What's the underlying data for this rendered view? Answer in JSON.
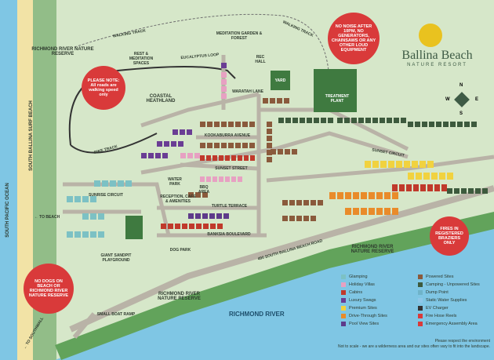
{
  "brand": {
    "name": "Ballina Beach",
    "subtitle": "NATURE RESORT"
  },
  "notices": {
    "noise": "NO NOISE AFTER 10PM, NO GENERATORS, CHAINSAWS OR ANY OTHER LOUD EQUIPMENT",
    "walking": "PLEASE NOTE: All roads are walking speed only",
    "dogs": "NO DOGS ON BEACH OR RICHMOND RIVER NATURE RESERVE",
    "fires": "FIRES IN REGISTERED BRAZIERS ONLY"
  },
  "places": {
    "richmond_reserve_top": "RICHMOND RIVER NATURE RESERVE",
    "richmond_reserve_right": "RICHMOND RIVER NATURE RESERVE",
    "richmond_reserve_bottom": "RICHMOND RIVER NATURE RESERVE",
    "rest_meditation": "REST & MEDITATION SPACES",
    "meditation_garden": "MEDITATION GARDEN & FOREST",
    "coastal_heathland": "COASTAL HEATHLAND",
    "treatment_plant": "TREATMENT PLANT",
    "giant_sandpit": "GIANT SANDPIT PLAYGROUND",
    "richmond_river": "RICHMOND RIVER",
    "small_boat_ramp": "SMALL BOAT RAMP",
    "south_pacific_ocean": "SOUTH PACIFIC OCEAN",
    "south_ballina_surf_beach": "SOUTH BALLINA SURF BEACH",
    "to_beach": "← TO BEACH",
    "to_southwall": "← TO SOUTHWALL",
    "dog_park": "DOG PARK",
    "reception": "RECEPTION, CAFE & AMENITIES",
    "water_park": "WATER PARK",
    "bbq_area": "BBQ AREA",
    "yard": "YARD",
    "rec_hall": "REC HALL"
  },
  "tracks": {
    "walking_track_1": "WALKING TRACK",
    "walking_track_2": "WALKING TRACK",
    "eucalyptus_loop": "EUCALYPTUS LOOP",
    "bike_track": "BIKE TRACK"
  },
  "roads": {
    "kookaburra": "KOOKABURRA AVENUE",
    "sunset_street": "SUNSET STREET",
    "turtle_terrace": "TURTLE TERRACE",
    "banksia_boulevard": "BANKSIA BOULEVARD",
    "sunrise_circuit": "SUNRISE CIRCUIT",
    "waratah_lane": "WARATAH LANE",
    "sunset_circuit": "SUNSET CIRCUIT",
    "beach_road": "490 SOUTH BALLINA BEACH ROAD"
  },
  "legend": [
    {
      "label": "Glamping",
      "color": "#7cc1c4"
    },
    {
      "label": "Holiday Villas",
      "color": "#e7a1c2"
    },
    {
      "label": "Cabins",
      "color": "#c0392b"
    },
    {
      "label": "Luxury Swags",
      "color": "#6a3d94"
    },
    {
      "label": "Premium Sites",
      "color": "#f1d23f"
    },
    {
      "label": "Drive-Through Sites",
      "color": "#e98b2a"
    },
    {
      "label": "Pool View Sites",
      "color": "#5e3b8a"
    },
    {
      "label": "Powered Sites",
      "color": "#8a5a3c"
    },
    {
      "label": "Camping - Unpowered Sites",
      "color": "#3d5a3d"
    },
    {
      "label": "Dump Point",
      "color": "#6fb3c9"
    },
    {
      "label": "Static Water Supplies",
      "color": "#8fc7e8"
    },
    {
      "label": "EV Charger",
      "color": "#333333"
    },
    {
      "label": "Fire Hose Reels",
      "color": "#d93a3a"
    },
    {
      "label": "Emergency Assembly Area",
      "color": "#d93a3a"
    }
  ],
  "footer": {
    "line1": "Please respect the environment",
    "line2": "Not to scale - we are a wilderness area and our sites often vary to fit into the landscape."
  },
  "compass": {
    "n": "N",
    "s": "S",
    "e": "E",
    "w": "W"
  },
  "colors": {
    "grass": "#d6e7c9",
    "sea": "#7fc6e4",
    "beach": "#f2e3a6",
    "road": "#b9b3a7",
    "forest": "#4f8a4e",
    "reserve": "#62a35b"
  }
}
